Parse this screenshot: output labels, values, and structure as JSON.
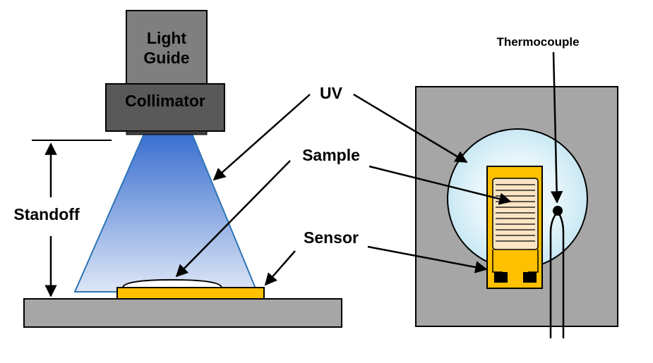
{
  "labels": {
    "light_guide_line1": "Light",
    "light_guide_line2": "Guide",
    "collimator": "Collimator",
    "standoff": "Standoff",
    "uv": "UV",
    "sample": "Sample",
    "sensor": "Sensor",
    "thermocouple": "Thermocouple"
  },
  "colors": {
    "light_guide": "#7f7f7f",
    "collimator": "#595959",
    "stage": "#a6a6a6",
    "beam_top": "#3a6fd0",
    "beam_bottom": "#dde6f6",
    "beam_edge": "#2e75b6",
    "sensor": "#ffc000",
    "sample_fill": "#fbe5c4",
    "uv_spot": "#d6eef7",
    "holder": "#a6a6a6",
    "outline": "#000000"
  }
}
